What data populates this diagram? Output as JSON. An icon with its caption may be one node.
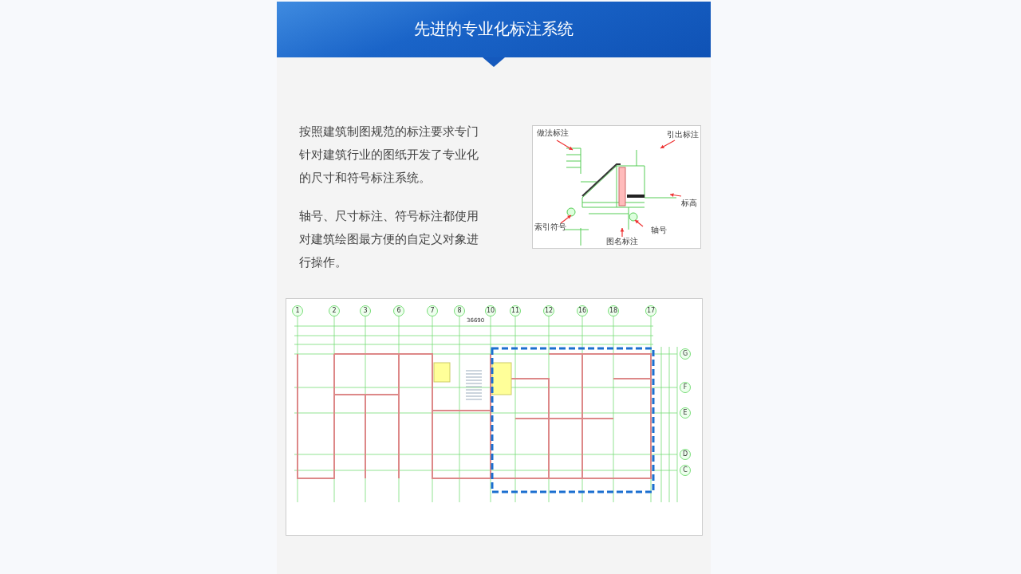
{
  "diagram": {
    "title": "先进的专业化标注系统",
    "labels": [
      "按照建筑制图规范的标注要求专门针对建筑行业的图纸开发了专业化的尺寸和符号标注系统。",
      "轴号、尺寸标注、符号标注都使用对建筑绘图最方便的自定义对象进行操作。",
      "做法标注",
      "引出标注",
      "标高",
      "索引符号",
      "图名标注",
      "轴号",
      "1",
      "2",
      "3",
      "6",
      "7",
      "8",
      "10",
      "11",
      "12",
      "16",
      "18",
      "17",
      "G",
      "F",
      "E",
      "D",
      "C",
      "36690"
    ]
  }
}
